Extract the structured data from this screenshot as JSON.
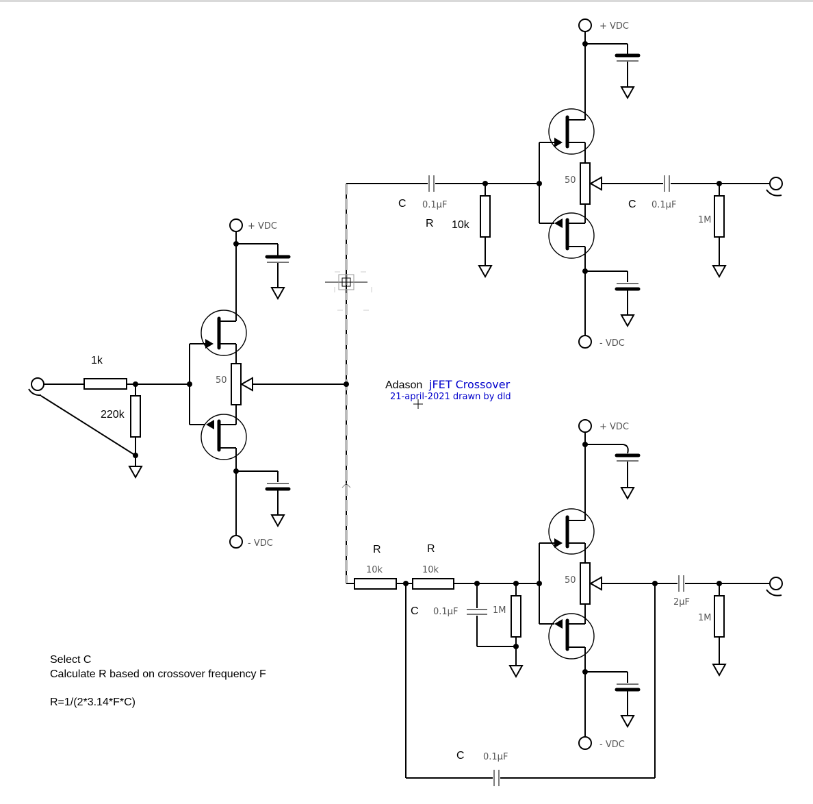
{
  "title": {
    "prefix": "Adason",
    "main": "jFET Crossover",
    "sub": "21-april-2021 drawn by dld"
  },
  "notes": {
    "line1": "Select C",
    "line2": "Calculate R based on crossover frequency F",
    "line3": "R=1/(2*3.14*F*C)"
  },
  "rails": {
    "pos": "+ VDC",
    "neg": "- VDC"
  },
  "input_stage": {
    "series_resistor": "1k",
    "shunt_resistor": "220k",
    "pot": "50"
  },
  "high_pass": {
    "cap_label": "C",
    "cap_value": "0.1µF",
    "res_label": "R",
    "res_value": "10k",
    "pot": "50",
    "out_cap_label": "C",
    "out_cap_value": "0.1µF",
    "out_res": "1M"
  },
  "low_pass": {
    "r1_label": "R",
    "r1_value": "10k",
    "r2_label": "R",
    "r2_value": "10k",
    "cap_label": "C",
    "cap_value": "0.1µF",
    "res": "1M",
    "pot": "50",
    "out_cap": "2µF",
    "out_res": "1M",
    "fb_cap_label": "C",
    "fb_cap_value": "0.1µF"
  },
  "colors": {
    "wire": "#000000",
    "title_blue": "#0000cc",
    "dashed_wire": "#bbbbbb"
  }
}
